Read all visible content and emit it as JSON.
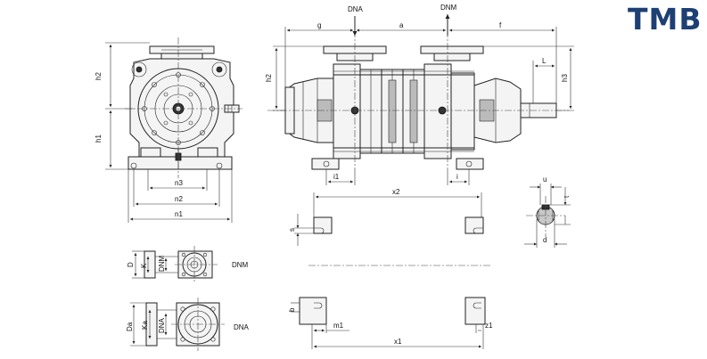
{
  "brand": {
    "logo_text": "TMB",
    "color": "#1d3f73"
  },
  "labels": {
    "h2_left": "h2",
    "h1": "h1",
    "n3": "n3",
    "n2": "n2",
    "n1": "n1",
    "h2_right": "h2",
    "h3": "h3",
    "g": "g",
    "a": "a",
    "f": "f",
    "l": "L",
    "dna_top": "DNA",
    "dnm_top": "DNM",
    "i1": "i1",
    "i": "i",
    "x2": "x2",
    "s": "s",
    "u": "u",
    "t": "t",
    "d": "d",
    "flange_D": "D",
    "flange_K": "K",
    "flange_DNM": "DNM",
    "dnm_caption": "DNM",
    "flange_Da": "Da",
    "flange_Ka": "Ka",
    "flange_DNA": "DNA",
    "dna_caption": "DNA",
    "b": "b",
    "m1": "m1",
    "z1": "z1",
    "x1": "x1"
  }
}
